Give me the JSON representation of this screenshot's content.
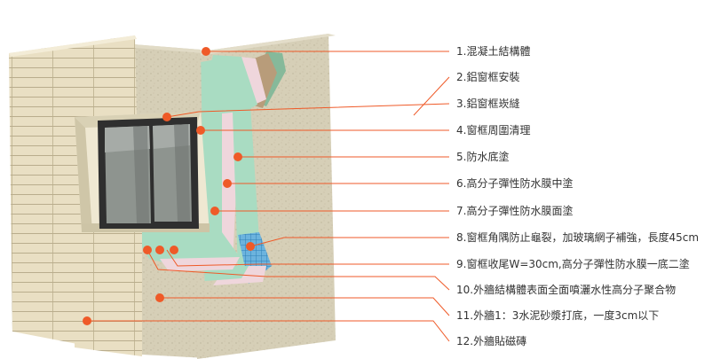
{
  "colors": {
    "marker": "#ef5a28",
    "leader": "#ef5a28",
    "text": "#333333",
    "tile": "#e7dcbf",
    "tile_grout": "#b9ad8d",
    "plaster": "#d7d0b8",
    "concrete": "#d3cbb1",
    "membrane_green": "#a9dcc2",
    "membrane_pink": "#efd6dc",
    "mesh_blue": "#5aa7d6",
    "frame_dark": "#3a3a3a",
    "glass": "#8a8f8c"
  },
  "legend": [
    {
      "label": "1.混凝土結構體"
    },
    {
      "label": "2.鋁窗框安裝"
    },
    {
      "label": "3.鋁窗框崁縫"
    },
    {
      "label": "4.窗框周圍清理"
    },
    {
      "label": "5.防水底塗"
    },
    {
      "label": "6.高分子彈性防水膜中塗"
    },
    {
      "label": "7.高分子彈性防水膜面塗"
    },
    {
      "label": "8.窗框角隅防止龜裂，加玻璃網子補強，長度45cm"
    },
    {
      "label": "9.窗框收尾W=30cm,高分子彈性防水膜一底二塗"
    },
    {
      "label": "10.外牆結構體表面全面噴灑水性高分子聚合物"
    },
    {
      "label": "11.外牆1：3水泥砂漿打底，一度3cm以下"
    },
    {
      "label": "12.外牆貼磁磚"
    }
  ]
}
